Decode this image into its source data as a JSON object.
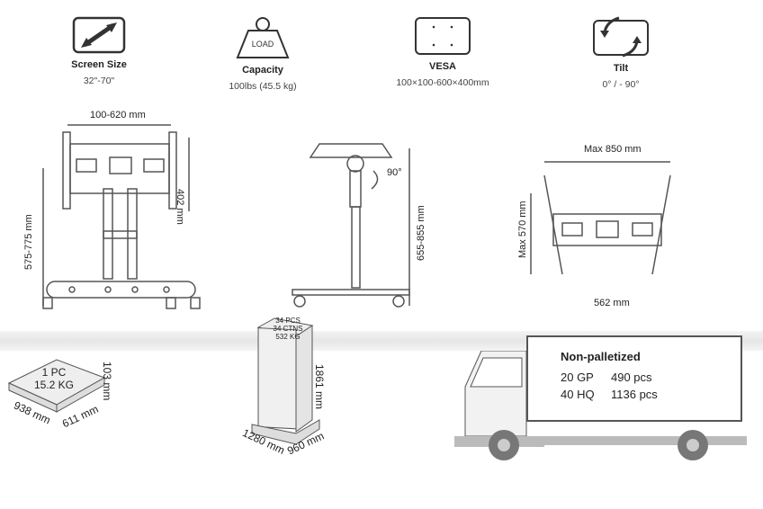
{
  "specs": [
    {
      "title": "Screen Size",
      "value": "32\"-70\"",
      "icon": "diagonal-arrow-icon"
    },
    {
      "title": "Capacity",
      "value": "100lbs (45.5 kg)",
      "icon": "weight-icon",
      "icon_text": "LOAD"
    },
    {
      "title": "VESA",
      "value": "100×100-600×400mm",
      "icon": "vesa-icon"
    },
    {
      "title": "Tilt",
      "value": "0° / - 90°",
      "icon": "tilt-icon"
    }
  ],
  "front": {
    "width": "100-620 mm",
    "vesa_height": "402 mm",
    "height": "575-775 mm"
  },
  "side": {
    "angle": "90°",
    "height": "655-855 mm"
  },
  "tilted": {
    "width": "Max 850 mm",
    "height": "Max 570 mm",
    "base": "562 mm"
  },
  "carton": {
    "line1": "1 PC",
    "line2": "15.2 KG",
    "height": "103 mm",
    "length": "938 mm",
    "width": "611 mm"
  },
  "pallet": {
    "line1": "34 PCS",
    "line2": "34 CTNS",
    "line3": "532 KG",
    "height": "1861 mm",
    "length": "1280 mm",
    "width": "960 mm"
  },
  "shipping": {
    "title": "Non-palletized",
    "rows": [
      {
        "container": "20 GP",
        "qty": "490 pcs"
      },
      {
        "container": "40 HQ",
        "qty": "1136 pcs"
      }
    ]
  }
}
